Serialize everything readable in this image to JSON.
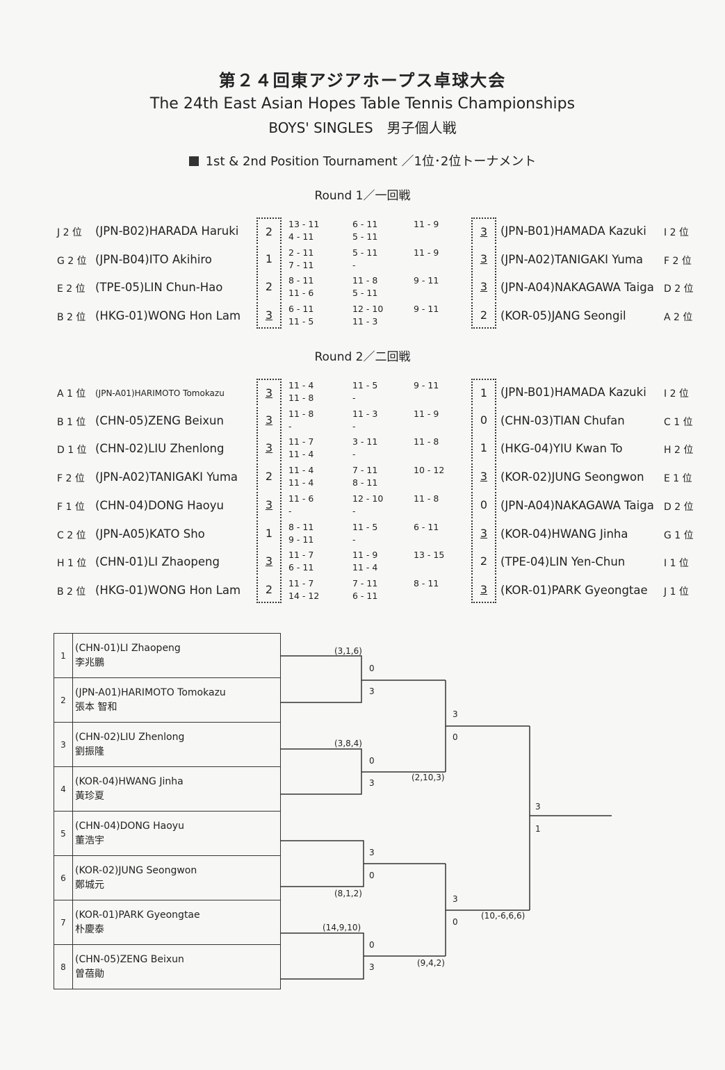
{
  "header": {
    "title_jp": "第２４回東アジアホープス卓球大会",
    "title_en": "The 24th East Asian Hopes Table Tennis Championships",
    "subtitle": "BOYS' SINGLES　男子個人戦",
    "section": "1st & 2nd Position Tournament ／1位･2位トーナメント"
  },
  "rounds": [
    {
      "title": "Round 1／一回戦",
      "matches": [
        {
          "l_seed": "J 2 位",
          "l_name": "(JPN-B02)HARADA Haruki",
          "l_score": "2",
          "l_win": false,
          "s1": [
            "13 - 11",
            "4 - 11"
          ],
          "s2": [
            "6 - 11",
            "5 - 11"
          ],
          "s3": [
            "11 - 9",
            ""
          ],
          "r_score": "3",
          "r_win": true,
          "r_name": "(JPN-B01)HAMADA Kazuki",
          "r_seed": "I 2 位"
        },
        {
          "l_seed": "G 2 位",
          "l_name": "(JPN-B04)ITO Akihiro",
          "l_score": "1",
          "l_win": false,
          "s1": [
            "2 - 11",
            "7 - 11"
          ],
          "s2": [
            "5 - 11",
            "-"
          ],
          "s3": [
            "11 - 9",
            ""
          ],
          "r_score": "3",
          "r_win": true,
          "r_name": "(JPN-A02)TANIGAKI Yuma",
          "r_seed": "F 2 位"
        },
        {
          "l_seed": "E 2 位",
          "l_name": "(TPE-05)LIN Chun-Hao",
          "l_score": "2",
          "l_win": false,
          "s1": [
            "8 - 11",
            "11 - 6"
          ],
          "s2": [
            "11 - 8",
            "5 - 11"
          ],
          "s3": [
            "9 - 11",
            ""
          ],
          "r_score": "3",
          "r_win": true,
          "r_name": "(JPN-A04)NAKAGAWA Taiga",
          "r_seed": "D 2 位"
        },
        {
          "l_seed": "B 2 位",
          "l_name": "(HKG-01)WONG Hon Lam",
          "l_score": "3",
          "l_win": true,
          "s1": [
            "6 - 11",
            "11 - 5"
          ],
          "s2": [
            "12 - 10",
            "11 - 3"
          ],
          "s3": [
            "9 - 11",
            ""
          ],
          "r_score": "2",
          "r_win": false,
          "r_name": "(KOR-05)JANG Seongil",
          "r_seed": "A 2 位"
        }
      ]
    },
    {
      "title": "Round 2／二回戦",
      "matches": [
        {
          "l_seed": "A 1 位",
          "l_name": "(JPN-A01)HARIMOTO Tomokazu",
          "l_small": true,
          "l_score": "3",
          "l_win": true,
          "s1": [
            "11 - 4",
            "11 - 8"
          ],
          "s2": [
            "11 - 5",
            "-"
          ],
          "s3": [
            "9 - 11",
            ""
          ],
          "r_score": "1",
          "r_win": false,
          "r_name": "(JPN-B01)HAMADA Kazuki",
          "r_seed": "I 2 位"
        },
        {
          "l_seed": "B 1 位",
          "l_name": "(CHN-05)ZENG Beixun",
          "l_score": "3",
          "l_win": true,
          "s1": [
            "11 - 8",
            "-"
          ],
          "s2": [
            "11 - 3",
            "-"
          ],
          "s3": [
            "11 - 9",
            ""
          ],
          "r_score": "0",
          "r_win": false,
          "r_name": "(CHN-03)TIAN Chufan",
          "r_seed": "C 1 位"
        },
        {
          "l_seed": "D 1 位",
          "l_name": "(CHN-02)LIU Zhenlong",
          "l_score": "3",
          "l_win": true,
          "s1": [
            "11 - 7",
            "11 - 4"
          ],
          "s2": [
            "3 - 11",
            "-"
          ],
          "s3": [
            "11 - 8",
            ""
          ],
          "r_score": "1",
          "r_win": false,
          "r_name": "(HKG-04)YIU Kwan To",
          "r_seed": "H 2 位"
        },
        {
          "l_seed": "F 2 位",
          "l_name": "(JPN-A02)TANIGAKI Yuma",
          "l_score": "2",
          "l_win": false,
          "s1": [
            "11 - 4",
            "11 - 4"
          ],
          "s2": [
            "7 - 11",
            "8 - 11"
          ],
          "s3": [
            "10 - 12",
            ""
          ],
          "r_score": "3",
          "r_win": true,
          "r_name": "(KOR-02)JUNG Seongwon",
          "r_seed": "E 1 位"
        },
        {
          "l_seed": "F 1 位",
          "l_name": "(CHN-04)DONG Haoyu",
          "l_score": "3",
          "l_win": true,
          "s1": [
            "11 - 6",
            "-"
          ],
          "s2": [
            "12 - 10",
            "-"
          ],
          "s3": [
            "11 - 8",
            ""
          ],
          "r_score": "0",
          "r_win": false,
          "r_name": "(JPN-A04)NAKAGAWA Taiga",
          "r_seed": "D 2 位"
        },
        {
          "l_seed": "C 2 位",
          "l_name": "(JPN-A05)KATO Sho",
          "l_score": "1",
          "l_win": false,
          "s1": [
            "8 - 11",
            "9 - 11"
          ],
          "s2": [
            "11 - 5",
            "-"
          ],
          "s3": [
            "6 - 11",
            ""
          ],
          "r_score": "3",
          "r_win": true,
          "r_name": "(KOR-04)HWANG Jinha",
          "r_seed": "G 1 位"
        },
        {
          "l_seed": "H 1 位",
          "l_name": "(CHN-01)LI Zhaopeng",
          "l_score": "3",
          "l_win": true,
          "s1": [
            "11 - 7",
            "6 - 11"
          ],
          "s2": [
            "11 - 9",
            "11 - 4"
          ],
          "s3": [
            "13 - 15",
            ""
          ],
          "r_score": "2",
          "r_win": false,
          "r_name": "(TPE-04)LIN Yen-Chun",
          "r_seed": "I 1 位"
        },
        {
          "l_seed": "B 2 位",
          "l_name": "(HKG-01)WONG Hon Lam",
          "l_score": "2",
          "l_win": false,
          "s1": [
            "11 - 7",
            "14 - 12"
          ],
          "s2": [
            "7 - 11",
            "6 - 11"
          ],
          "s3": [
            "8 - 11",
            ""
          ],
          "r_score": "3",
          "r_win": true,
          "r_name": "(KOR-01)PARK Gyeongtae",
          "r_seed": "J 1 位"
        }
      ]
    }
  ],
  "bracket": {
    "players": [
      {
        "num": "1",
        "name": "(CHN-01)LI Zhaopeng",
        "kanji": "李兆鵬"
      },
      {
        "num": "2",
        "name": "(JPN-A01)HARIMOTO Tomokazu",
        "kanji": "張本 智和"
      },
      {
        "num": "3",
        "name": "(CHN-02)LIU Zhenlong",
        "kanji": "劉振隆"
      },
      {
        "num": "4",
        "name": "(KOR-04)HWANG Jinha",
        "kanji": "黃珍夏"
      },
      {
        "num": "5",
        "name": "(CHN-04)DONG Haoyu",
        "kanji": "董浩宇"
      },
      {
        "num": "6",
        "name": "(KOR-02)JUNG Seongwon",
        "kanji": "鄭城元"
      },
      {
        "num": "7",
        "name": "(KOR-01)PARK Gyeongtae",
        "kanji": "朴慶泰"
      },
      {
        "num": "8",
        "name": "(CHN-05)ZENG Beixun",
        "kanji": "曽蓓勛"
      }
    ],
    "labels": {
      "qf1_detail": "(3,1,6)",
      "qf1_top": "0",
      "qf1_bot": "3",
      "qf2_detail": "(3,8,4)",
      "qf2_top": "0",
      "qf2_bot": "3",
      "qf3_top": "3",
      "qf3_bot": "0",
      "qf3_detail": "(8,1,2)",
      "qf4_detail": "(14,9,10)",
      "qf4_top": "0",
      "qf4_bot": "3",
      "sf1_top": "3",
      "sf1_bot": "0",
      "sf1_detail": "(2,10,3)",
      "sf2_top": "3",
      "sf2_bot": "0",
      "sf2_detail": "(9,4,2)",
      "f_top": "3",
      "f_bot": "1",
      "f_detail": "(10,-6,6,6)"
    }
  }
}
